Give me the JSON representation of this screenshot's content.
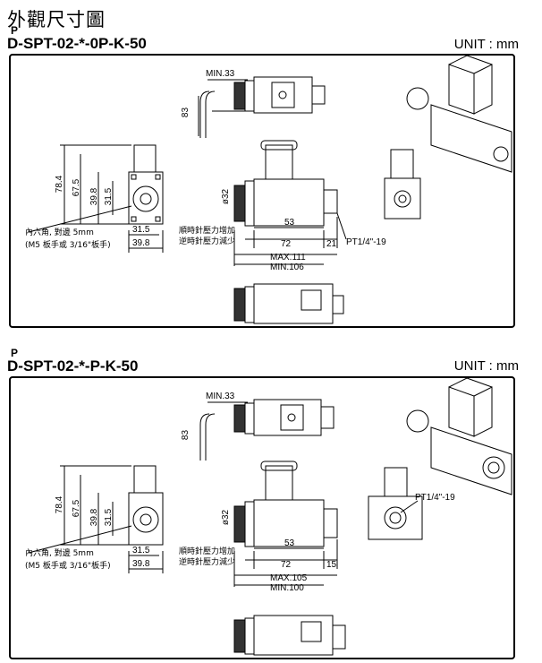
{
  "title": "外觀尺寸圖",
  "sections": [
    {
      "model_prefix": "P",
      "model": "D-SPT-02-*-0P-K-50",
      "unit": "UNIT : mm",
      "dims": {
        "min33": "MIN.33",
        "h83": "83",
        "h784": "78.4",
        "h675": "67.5",
        "h398": "39.8",
        "h315": "31.5",
        "w315": "31.5",
        "w398": "39.8",
        "dia32": "ø32",
        "w53": "53",
        "w72": "72",
        "w21": "21",
        "thread": "PT1/4\"-19",
        "max": "MAX.111",
        "min": "MIN.106"
      },
      "note_hex": "內六角, 對邊 5mm",
      "note_wrench": "(M5 板手或 3/16\"板手)",
      "note_cw": "順時針壓力增加",
      "note_ccw": "逆時針壓力減少"
    },
    {
      "model_prefix": "P",
      "model": "D-SPT-02-*-P-K-50",
      "unit": "UNIT : mm",
      "dims": {
        "min33": "MIN.33",
        "h83": "83",
        "h784": "78.4",
        "h675": "67.5",
        "h398": "39.8",
        "h315": "31.5",
        "w315": "31.5",
        "w398": "39.8",
        "dia32": "ø32",
        "w53": "53",
        "w72": "72",
        "w21": "15",
        "thread": "PT1/4\"-19",
        "max": "MAX.105",
        "min": "MIN.100"
      },
      "note_hex": "內六角, 對邊 5mm",
      "note_wrench": "(M5 板手或 3/16\"板手)",
      "note_cw": "順時針壓力增加",
      "note_ccw": "逆時針壓力減少"
    }
  ]
}
